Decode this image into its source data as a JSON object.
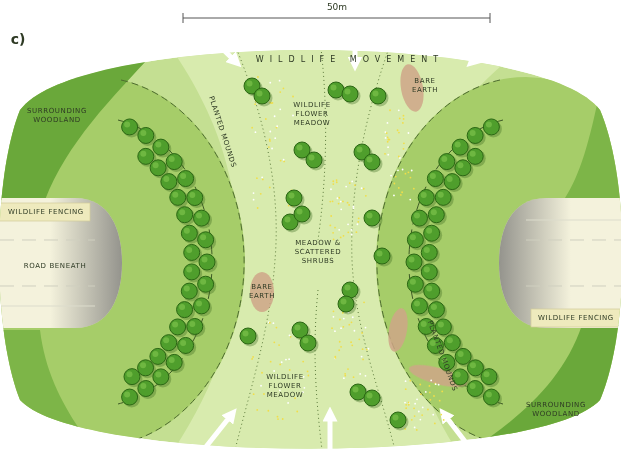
{
  "diagram": {
    "labels": [
      "c)",
      "50m",
      "WILDLIFE MOVEMENT",
      "SURROUNDING WOODLAND",
      "PLANTED MOUNDS",
      "WILDLIFE FLOWER MEADOW",
      "BARE EARTH",
      "WILDLIFE FENCING",
      "MEADOW & SCATTERED SHRUBS",
      "ROAD BENEATH",
      "BARE EARTH",
      "WILDLIFE FLOWER MEADOW",
      "PLANTED MOUNDS",
      "WILDLIFE FENCING",
      "SURROUNDING WOODLAND"
    ]
  }
}
